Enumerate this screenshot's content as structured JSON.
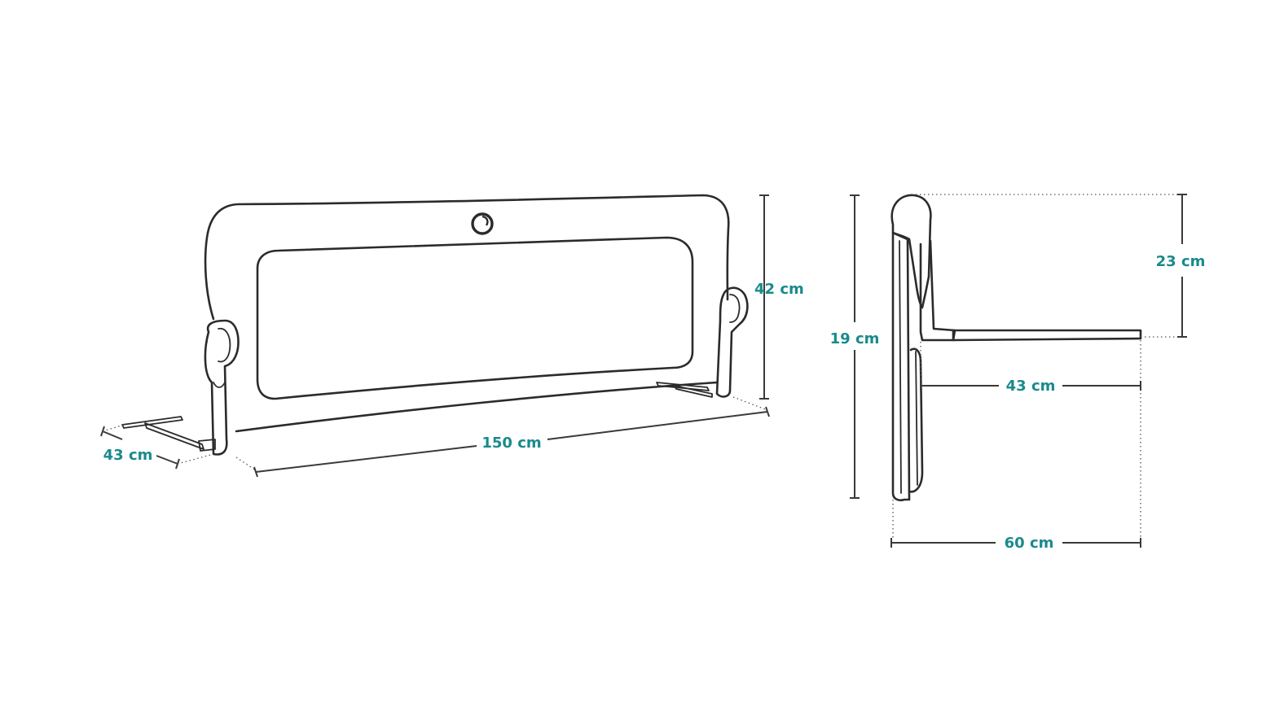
{
  "accent_color": "#1a8a8c",
  "line_color": "#2b2b2b",
  "front_view": {
    "dimensions": {
      "width_label": "150 cm",
      "height_label": "42 cm",
      "depth_label": "43 cm"
    }
  },
  "side_view": {
    "dimensions": {
      "height_label": "19 cm",
      "rail_height_label": "23 cm",
      "support_length_label": "43 cm",
      "total_depth_label": "60 cm"
    }
  }
}
